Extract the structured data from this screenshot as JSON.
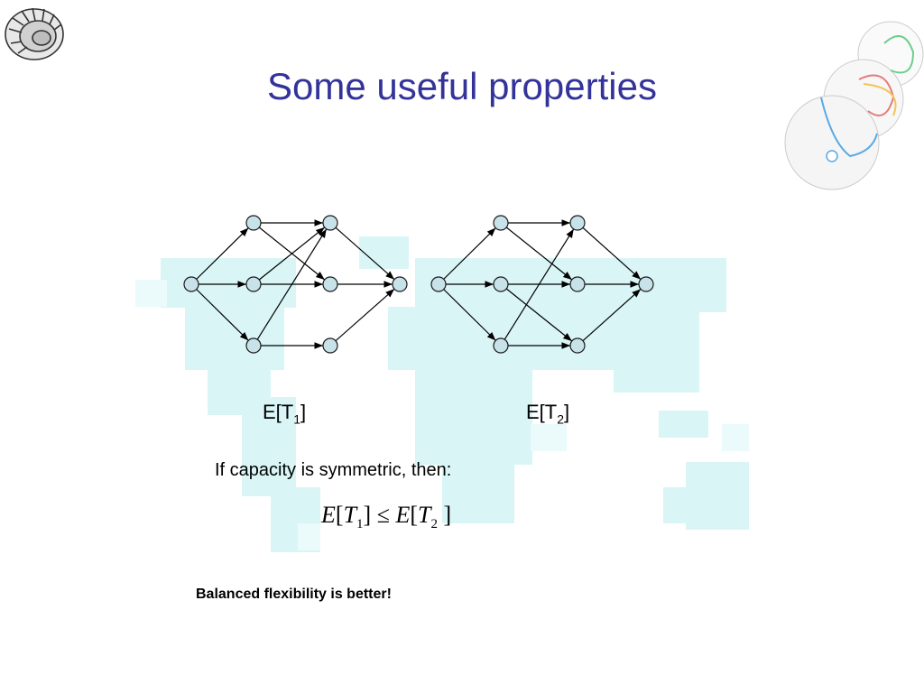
{
  "slide": {
    "title": "Some useful properties",
    "condition": "If capacity is symmetric, then:",
    "conclusion": "Balanced flexibility is better!"
  },
  "formula": {
    "lhs_func": "E",
    "lhs_var": "T",
    "lhs_sub": "1",
    "relation": "≤",
    "rhs_func": "E",
    "rhs_var": "T",
    "rhs_sub": "2"
  },
  "diagrams": [
    {
      "label": "E[T",
      "sub": "1",
      "close": "]"
    },
    {
      "label": "E[T",
      "sub": "2",
      "close": "]"
    }
  ],
  "icons": {
    "logo": "ammonite-shell-icon",
    "decoration": "overlapping-circles-icon"
  },
  "colors": {
    "title": "#33339a",
    "node_fill": "#c8e2ea",
    "map": "#d9f5f6"
  }
}
